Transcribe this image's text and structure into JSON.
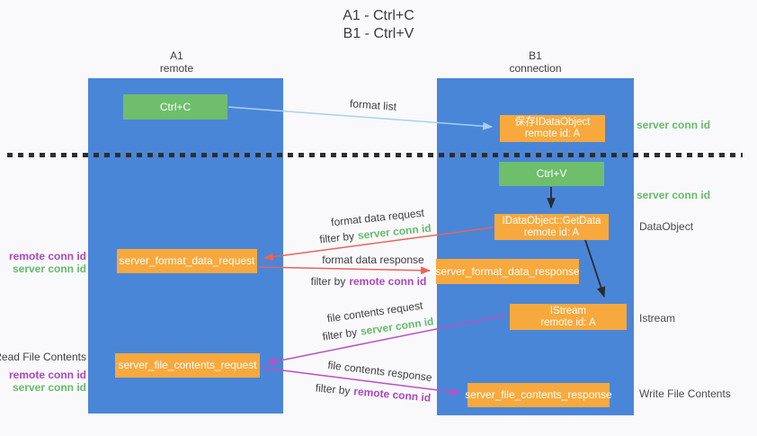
{
  "title": {
    "line1": "A1 - Ctrl+C",
    "line2": "B1 - Ctrl+V"
  },
  "columns": {
    "a1": {
      "name": "A1",
      "subtitle": "remote"
    },
    "b1": {
      "name": "B1",
      "subtitle": "connection"
    }
  },
  "nodes": {
    "ctrl_c": {
      "label": "Ctrl+C"
    },
    "save_idataobject": {
      "line1": "保存IDataObject",
      "line2": "remote id: A"
    },
    "ctrl_v": {
      "label": "Ctrl+V"
    },
    "idataobject_getdata": {
      "line1": "IDataObject::GetData",
      "line2": "remote id: A"
    },
    "server_format_data_request": {
      "label": "server_format_data_request"
    },
    "server_format_data_response": {
      "label": "server_format_data_response"
    },
    "istream": {
      "line1": "IStream",
      "line2": "remote id: A"
    },
    "server_file_contents_request": {
      "label": "server_file_contents_request"
    },
    "server_file_contents_response": {
      "label": "server_file_contents_response"
    }
  },
  "arrow_labels": {
    "format_list": "format list",
    "format_data_request": "format data request",
    "format_data_response": "format data response",
    "file_contents_request": "file contents request",
    "file_contents_response": "file contents response",
    "filter_by": "filter by",
    "server_conn_id": "server conn id",
    "remote_conn_id": "remote conn id"
  },
  "side_labels": {
    "server_conn_id_top": "server conn id",
    "server_conn_id_mid": "server conn id",
    "dataobject": "DataObject",
    "istream": "Istream",
    "write_file_contents": "Write File Contents",
    "read_file_contents": "Read File Contents",
    "remote_conn_id": "remote conn id",
    "server_conn_id": "server conn id"
  },
  "colors": {
    "column_blue": "#4a86d8",
    "box_green": "#6ebe6c",
    "box_orange": "#f7a93d",
    "arrow_blue": "#a9cfee",
    "arrow_red": "#e8645a",
    "arrow_magenta": "#bb4fc4",
    "arrow_black": "#2b2b2b",
    "label_green": "#66bb6a",
    "label_purple": "#ab47bc",
    "text_dark": "#3f3f3f",
    "background": "#f9f9fb"
  }
}
